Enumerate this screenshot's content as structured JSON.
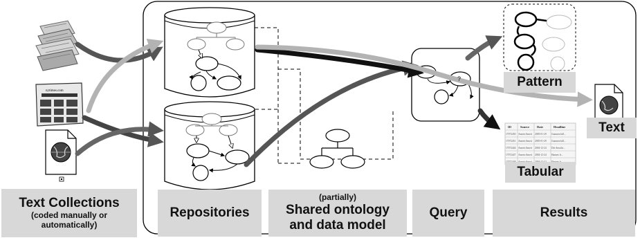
{
  "labels": {
    "text_collections": "Text Collections",
    "text_collections_sub1": "(coded manually or",
    "text_collections_sub2": "automatically)",
    "repositories": "Repositories",
    "shared_prefix": "(partially)",
    "shared_line1": "Shared ontology",
    "shared_line2": "and data model",
    "query": "Query",
    "results": "Results",
    "pattern": "Pattern",
    "text": "Text",
    "tabular": "Tabular"
  },
  "newspaper_masthead": "nytimes.com",
  "query_node": "?",
  "table": {
    "headers": [
      "ID",
      "Source",
      "Date",
      "Headline"
    ],
    "rows": [
      [
        "17072450",
        "AmericAmeri",
        "2005-01-29",
        "Gunmen kill..."
      ],
      [
        "17072451",
        "AmericAmeri",
        "2005-01-29",
        "Gunmen kill..."
      ],
      [
        "17072444",
        "AmericAmeri",
        "2004-12-24",
        "Die Ansicht..."
      ],
      [
        "17072447",
        "AmericAmeri",
        "2004-12-24",
        "Hannes fr..."
      ],
      [
        "17072448",
        "AmericAmeri",
        "2004-12-22",
        "Hannes fr..."
      ]
    ]
  },
  "colors": {
    "arrow_dark": "#555555",
    "arrow_light": "#b3b3b3",
    "arrow_black": "#111111",
    "label_bg": "#d8d8d8"
  }
}
